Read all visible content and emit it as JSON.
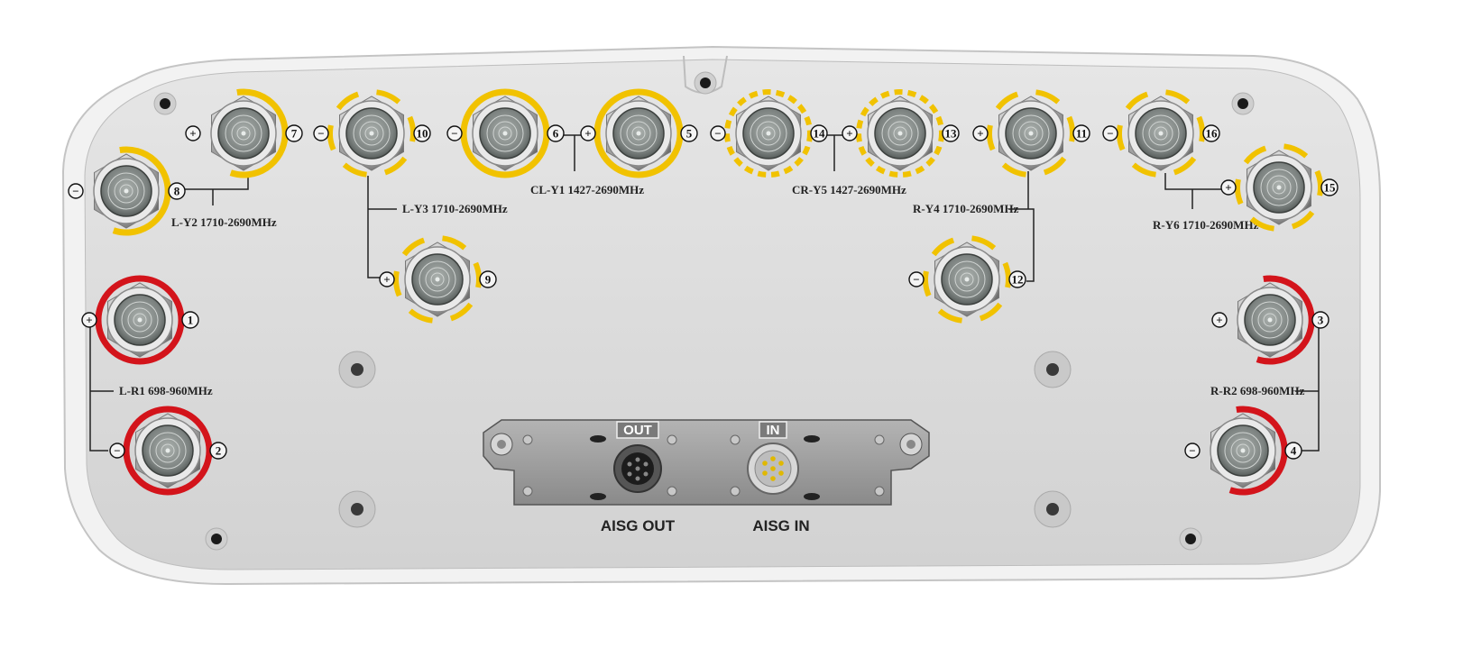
{
  "colors": {
    "body": "#dcdcdc",
    "body_edge": "#f4f4f4",
    "yellow_ring": "#f1c200",
    "red_ring": "#d3141b",
    "plate": "#9a9a9a",
    "line": "#222222"
  },
  "bands": {
    "l_r1": "L-R1 698-960MHz",
    "r_r2": "R-R2 698-960MHz",
    "l_y2": "L-Y2 1710-2690MHz",
    "l_y3": "L-Y3 1710-2690MHz",
    "cl_y1": "CL-Y1 1427-2690MHz",
    "cr_y5": "CR-Y5 1427-2690MHz",
    "r_y4": "R-Y4 1710-2690MHz",
    "r_y6": "R-Y6 1710-2690MHz"
  },
  "ports": {
    "p1": "1",
    "p2": "2",
    "p3": "3",
    "p4": "4",
    "p5": "5",
    "p6": "6",
    "p7": "7",
    "p8": "8",
    "p9": "9",
    "p10": "10",
    "p11": "11",
    "p12": "12",
    "p13": "13",
    "p14": "14",
    "p15": "15",
    "p16": "16"
  },
  "polarity": {
    "plus": "+",
    "minus": "−"
  },
  "aisg": {
    "out_tag": "OUT",
    "in_tag": "IN",
    "out_label": "AISG OUT",
    "in_label": "AISG IN"
  },
  "icons": {
    "connector": "rf-connector-icon",
    "screw": "screw-hole-icon",
    "aisg_out": "aisg-out-connector-icon",
    "aisg_in": "aisg-in-connector-icon"
  }
}
